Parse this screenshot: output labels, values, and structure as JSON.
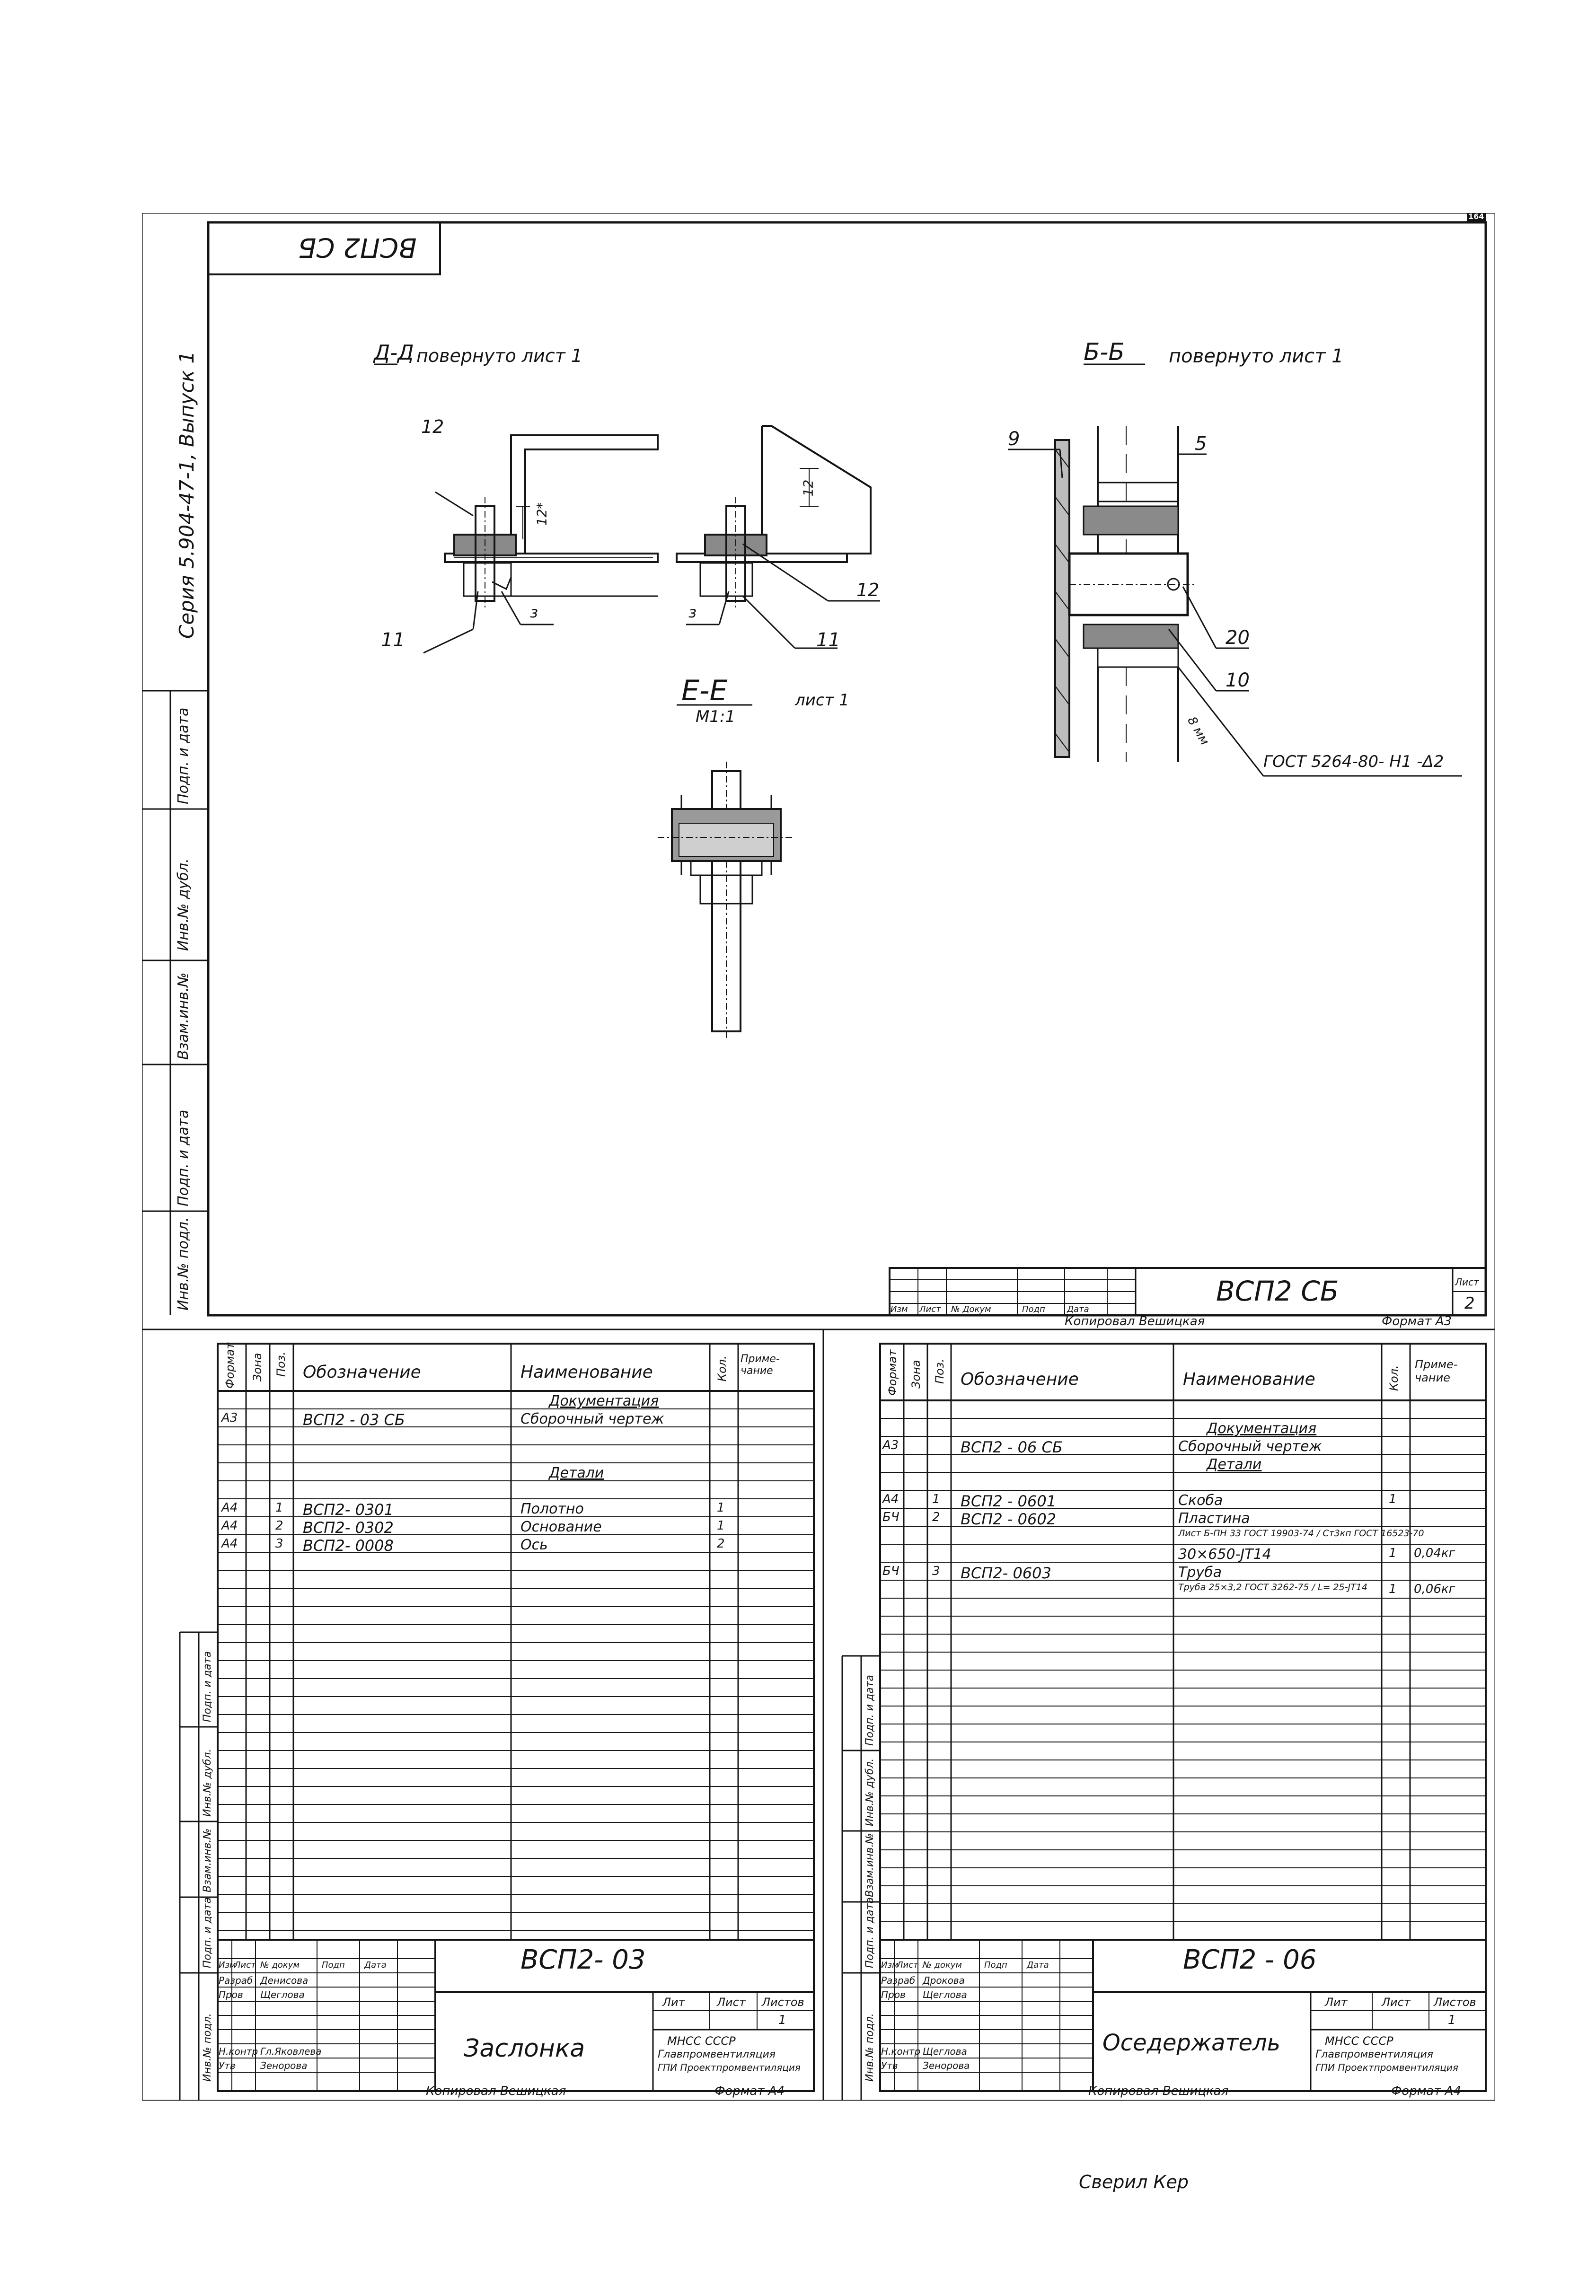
{
  "top_sheet": {
    "mirrored_stamp": "ВСП2 СБ",
    "sheet_corner_number": "164",
    "side_series": "Серия 5.904-47-1, Выпуск 1",
    "side_grid_labels": [
      "Подп. и дата",
      "Инв.№ дубл.",
      "Взам.инв.№",
      "Подп. и дата",
      "Инв.№ подл."
    ],
    "section_dd": {
      "title": "Д-Д",
      "note": "повернуто лист 1"
    },
    "section_bb": {
      "title": "Б-Б",
      "note": "повернуто лист 1"
    },
    "section_ee": {
      "title": "Е-Е",
      "scale": "М1:1",
      "note": "лист 1"
    },
    "callouts": {
      "c12a": "12",
      "c11a": "11",
      "c12b": "12",
      "c11b": "11",
      "w3a": "з",
      "w3b": "з",
      "dim12a": "12*",
      "dim12b": "12",
      "c9": "9",
      "c5": "5",
      "c20": "20",
      "c10": "10",
      "weld": "8 мм"
    },
    "gost_note": "ГОСТ 5264-80- Н1 -Δ2",
    "title_block": {
      "headers": [
        "Изм",
        "Лист",
        "№ Докум",
        "Подп",
        "Дата"
      ],
      "code": "ВСП2 СБ",
      "sheet_label": "Лист",
      "sheet_no": "2",
      "copied": "Копировал Вешицкая",
      "format": "Формат А3"
    }
  },
  "spec_headers": {
    "format": "Формат",
    "zone": "Зона",
    "pos": "Поз.",
    "designation": "Обозначение",
    "name": "Наименование",
    "qty": "Кол.",
    "note": "Приме- чание"
  },
  "left_spec": {
    "rows": [
      {
        "fmt": "",
        "zone": "",
        "pos": "",
        "des": "",
        "name": "Документация",
        "qty": "",
        "note": "",
        "header": true
      },
      {
        "fmt": "А3",
        "zone": "",
        "pos": "",
        "des": "ВСП2 - 03 СБ",
        "name": "Сборочный чертеж",
        "qty": "",
        "note": ""
      },
      {
        "fmt": "",
        "zone": "",
        "pos": "",
        "des": "",
        "name": "",
        "qty": "",
        "note": ""
      },
      {
        "fmt": "",
        "zone": "",
        "pos": "",
        "des": "",
        "name": "",
        "qty": "",
        "note": ""
      },
      {
        "fmt": "",
        "zone": "",
        "pos": "",
        "des": "",
        "name": "Детали",
        "qty": "",
        "note": "",
        "header": true
      },
      {
        "fmt": "",
        "zone": "",
        "pos": "",
        "des": "",
        "name": "",
        "qty": "",
        "note": ""
      },
      {
        "fmt": "А4",
        "zone": "",
        "pos": "1",
        "des": "ВСП2- 0301",
        "name": "Полотно",
        "qty": "1",
        "note": ""
      },
      {
        "fmt": "А4",
        "zone": "",
        "pos": "2",
        "des": "ВСП2- 0302",
        "name": "Основание",
        "qty": "1",
        "note": ""
      },
      {
        "fmt": "А4",
        "zone": "",
        "pos": "3",
        "des": "ВСП2- 0008",
        "name": "Ось",
        "qty": "2",
        "note": ""
      }
    ],
    "title_block": {
      "code": "ВСП2- 03",
      "name": "Заслонка",
      "headers": [
        "Изм",
        "Лист",
        "№ докум",
        "Подп",
        "Дата"
      ],
      "roles": [
        {
          "role": "Разраб",
          "person": "Денисова"
        },
        {
          "role": "Пров",
          "person": "Щеглова"
        },
        {
          "role": "",
          "person": ""
        },
        {
          "role": "Н.контр",
          "person": "Гл.Яковлева"
        },
        {
          "role": "Утв",
          "person": "Зенорова"
        }
      ],
      "lit_headers": [
        "Лит",
        "Лист",
        "Листов"
      ],
      "sheets_total": "1",
      "org": [
        "МНСС СССР",
        "Главпромвентиляция",
        "ГПИ Проектпромвентиляция"
      ],
      "copied": "Копировал Вешицкая",
      "format": "Формат А4"
    }
  },
  "right_spec": {
    "rows": [
      {
        "fmt": "",
        "zone": "",
        "pos": "",
        "des": "",
        "name": "",
        "qty": "",
        "note": ""
      },
      {
        "fmt": "",
        "zone": "",
        "pos": "",
        "des": "",
        "name": "Документация",
        "qty": "",
        "note": "",
        "header": true
      },
      {
        "fmt": "А3",
        "zone": "",
        "pos": "",
        "des": "ВСП2 - 06 СБ",
        "name": "Сборочный чертеж",
        "qty": "",
        "note": ""
      },
      {
        "fmt": "",
        "zone": "",
        "pos": "",
        "des": "",
        "name": "Детали",
        "qty": "",
        "note": "",
        "header": true
      },
      {
        "fmt": "",
        "zone": "",
        "pos": "",
        "des": "",
        "name": "",
        "qty": "",
        "note": ""
      },
      {
        "fmt": "А4",
        "zone": "",
        "pos": "1",
        "des": "ВСП2 - 0601",
        "name": "Скоба",
        "qty": "1",
        "note": ""
      },
      {
        "fmt": "БЧ",
        "zone": "",
        "pos": "2",
        "des": "ВСП2 - 0602",
        "name": "Пластина",
        "qty": "",
        "note": ""
      },
      {
        "fmt": "",
        "zone": "",
        "pos": "",
        "des": "",
        "name": "Лист Б-ПН 33 ГОСТ 19903-74 / Ст3кп ГОСТ 16523-70",
        "qty": "",
        "note": ""
      },
      {
        "fmt": "",
        "zone": "",
        "pos": "",
        "des": "",
        "name": "30×650-ЈТ14",
        "qty": "1",
        "note": "0,04кг"
      },
      {
        "fmt": "БЧ",
        "zone": "",
        "pos": "3",
        "des": "ВСП2- 0603",
        "name": "Труба",
        "qty": "",
        "note": ""
      },
      {
        "fmt": "",
        "zone": "",
        "pos": "",
        "des": "",
        "name": "Труба 25×3,2 ГОСТ 3262-75 / L= 25-ЈТ14",
        "qty": "1",
        "note": "0,06кг"
      }
    ],
    "title_block": {
      "code": "ВСП2 - 06",
      "name": "Оседержатель",
      "headers": [
        "Изм",
        "Лист",
        "№ докум",
        "Подп",
        "Дата"
      ],
      "roles": [
        {
          "role": "Разраб",
          "person": "Дрокова"
        },
        {
          "role": "Пров",
          "person": "Щеглова"
        },
        {
          "role": "",
          "person": ""
        },
        {
          "role": "Н.контр",
          "person": "Щеглова"
        },
        {
          "role": "Утв",
          "person": "Зенорова"
        }
      ],
      "lit_headers": [
        "Лит",
        "Лист",
        "Листов"
      ],
      "sheets_total": "1",
      "org": [
        "МНСС СССР",
        "Главпромвентиляция",
        "ГПИ Проектпромвентиляция"
      ],
      "copied": "Копировал Вешицкая",
      "format": "Формат А4"
    }
  },
  "bottom_signature": "Сверил Кер"
}
